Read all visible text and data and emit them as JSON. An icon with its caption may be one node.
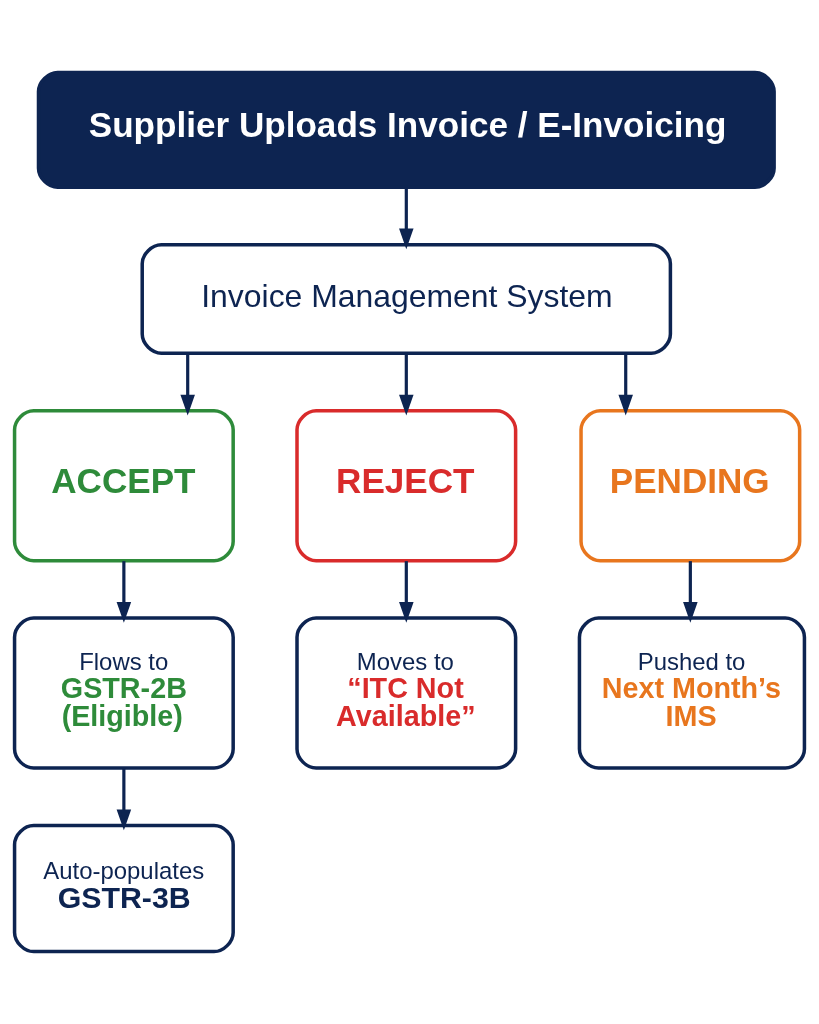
{
  "diagram": {
    "nodes": [
      {
        "text": [
          "Supplier Uploads Invoice / E-Invoicing"
        ]
      },
      {
        "text": [
          "Invoice Management System"
        ]
      },
      {
        "text": [
          "ACCEPT"
        ]
      },
      {
        "text": [
          "REJECT"
        ]
      },
      {
        "text": [
          "PENDING"
        ]
      },
      {
        "text": [
          "Flows to",
          "GSTR-2B (Eligible)"
        ]
      },
      {
        "text": [
          "Moves to",
          "“ITC Not Available”"
        ]
      },
      {
        "text": [
          "Pushed to",
          "Next Month’s IMS"
        ]
      },
      {
        "text": [
          "Auto-populates",
          "GSTR-3B"
        ]
      }
    ],
    "edges": [
      {
        "from": 0,
        "to": 1,
        "arrow": "to"
      },
      {
        "from": 1,
        "to": 2,
        "arrow": "to"
      },
      {
        "from": 1,
        "to": 3,
        "arrow": "to"
      },
      {
        "from": 1,
        "to": 4,
        "arrow": "to"
      },
      {
        "from": 2,
        "to": 5,
        "arrow": "to"
      },
      {
        "from": 3,
        "to": 6,
        "arrow": "to"
      },
      {
        "from": 4,
        "to": 7,
        "arrow": "to"
      },
      {
        "from": 5,
        "to": 8,
        "arrow": "to"
      }
    ]
  }
}
